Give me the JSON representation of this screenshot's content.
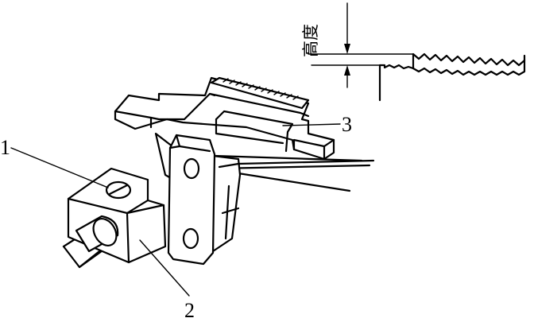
{
  "callouts": {
    "part_1": "1",
    "part_2": "2",
    "part_3": "3"
  },
  "inset": {
    "height_label": "高度"
  }
}
